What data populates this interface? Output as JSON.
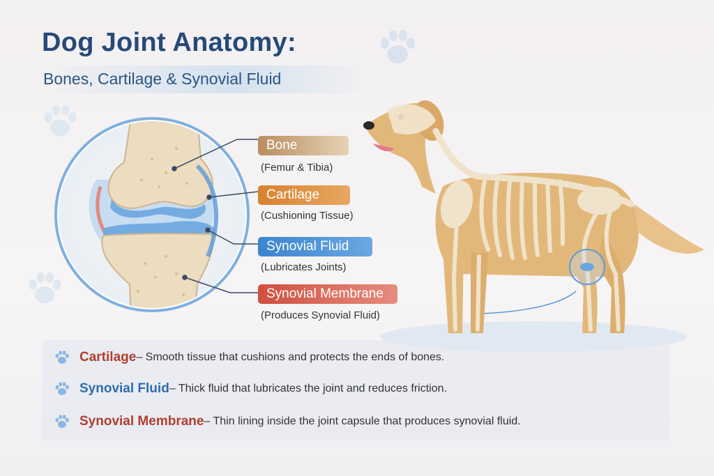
{
  "title": "Dog Joint Anatomy:",
  "subtitle": "Bones, Cartilage & Synovial Fluid",
  "labels": [
    {
      "name": "Bone",
      "sub": "(Femur & Tibia)",
      "color": "#c29a6e"
    },
    {
      "name": "Cartilage",
      "sub": "(Cushioning Tissue)",
      "color": "#d98a3c"
    },
    {
      "name": "Synovial Fluid",
      "sub": "(Lubricates Joints)",
      "color": "#4a8fd1"
    },
    {
      "name": "Synovial Membrane",
      "sub": "(Produces Synovial Fluid)",
      "color": "#d55b4a"
    }
  ],
  "definitions": [
    {
      "term": "Cartilage",
      "desc": " – Smooth tissue that cushions and protects the ends of bones.",
      "color": "#b03e2e"
    },
    {
      "term": "Synovial Fluid",
      "desc": " – Thick fluid that lubricates the joint and reduces friction.",
      "color": "#2d6bb0"
    },
    {
      "term": "Synovial Membrane",
      "desc": " – Thin lining inside the joint capsule that produces synovial fluid.",
      "color": "#b03e2e"
    }
  ],
  "colors": {
    "title": "#264a78",
    "joint_blue": "#5b9ad8",
    "bone": "#ecdcc0",
    "dog_fur": "#e2b87a"
  }
}
